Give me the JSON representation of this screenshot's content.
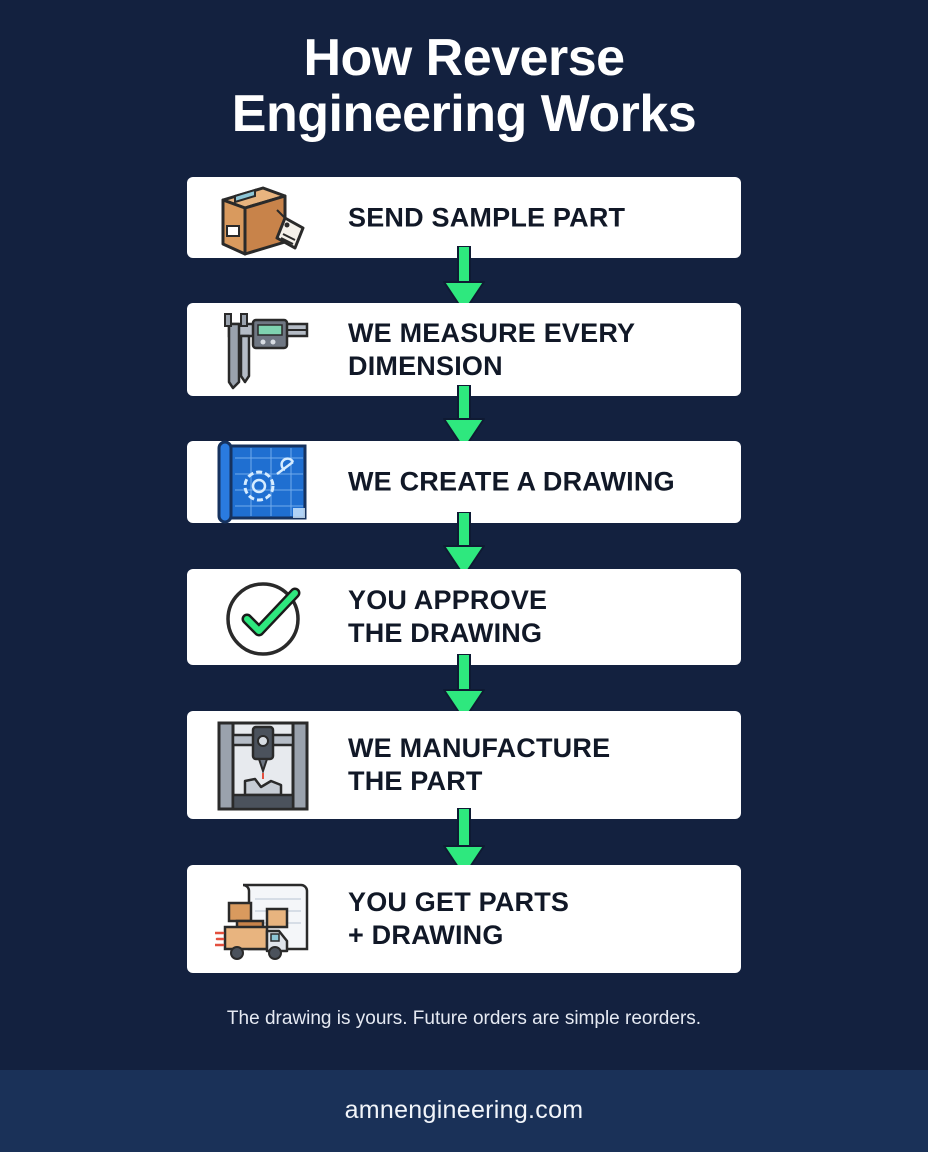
{
  "title": {
    "line1": "How Reverse",
    "line2": "Engineering Works"
  },
  "steps": [
    {
      "line1": "SEND SAMPLE PART",
      "line2": "",
      "icon": "shipping-box-icon"
    },
    {
      "line1": "WE MEASURE EVERY",
      "line2": "DIMENSION",
      "icon": "caliper-icon"
    },
    {
      "line1": "WE CREATE A DRAWING",
      "line2": "",
      "icon": "blueprint-icon"
    },
    {
      "line1": "YOU APPROVE",
      "line2": "THE DRAWING",
      "icon": "checkmark-circle-icon"
    },
    {
      "line1": "WE MANUFACTURE",
      "line2": "THE PART",
      "icon": "cnc-machine-icon"
    },
    {
      "line1": "YOU GET PARTS",
      "line2": "+ DRAWING",
      "icon": "delivery-truck-icon"
    }
  ],
  "note": "The drawing is yours. Future orders are simple reorders.",
  "footer": {
    "url": "amnengineering.com"
  },
  "colors": {
    "background": "#13213f",
    "footer": "#1a3158",
    "arrow": "#2ee87e",
    "card": "#ffffff"
  }
}
